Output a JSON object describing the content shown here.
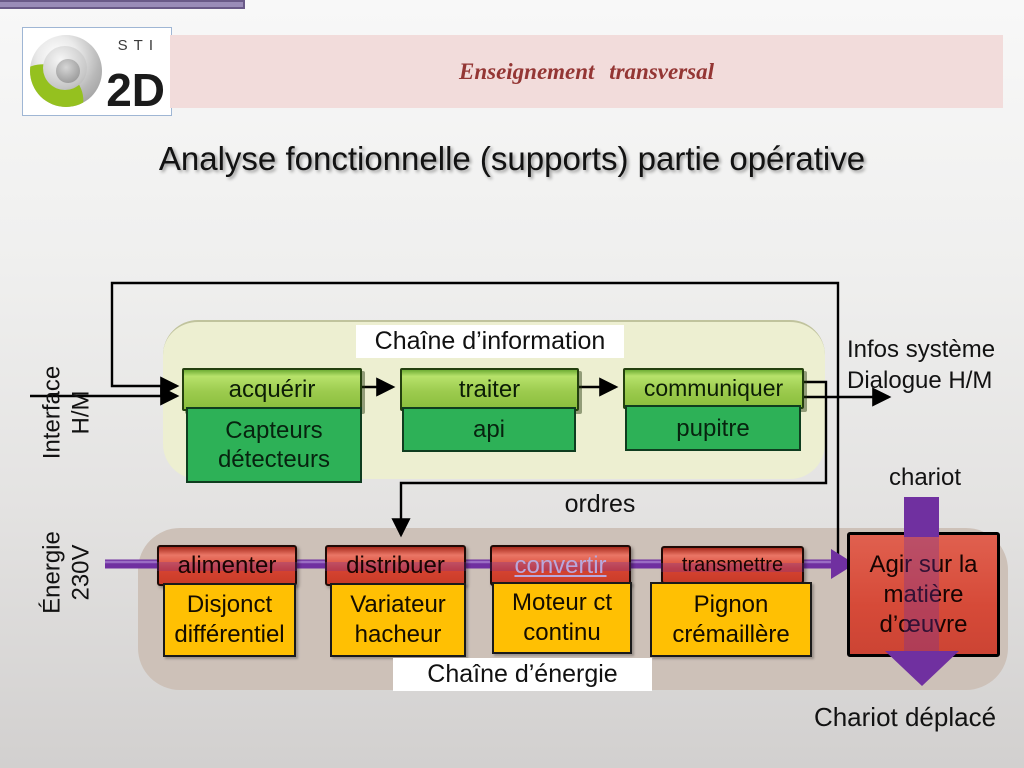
{
  "header": {
    "banner_title": "Enseignement transversal",
    "logo": {
      "sti": "STI",
      "brand": "2D"
    }
  },
  "title": "Analyse fonctionnelle (supports) partie opérative",
  "info_chain": {
    "label": "Chaîne d’information",
    "side_label_lines": [
      "Interface",
      "H/M"
    ],
    "functions": [
      {
        "verb": "acquérir",
        "support": "Capteurs détecteurs"
      },
      {
        "verb": "traiter",
        "support": "api"
      },
      {
        "verb": "communiquer",
        "support": "pupitre"
      }
    ],
    "outputs": {
      "infos_line1": "Infos système",
      "infos_line2": "Dialogue H/M"
    },
    "orders_label": "ordres"
  },
  "energy_chain": {
    "label": "Chaîne d’énergie",
    "side_label_lines": [
      "Énergie",
      "230V"
    ],
    "functions": [
      {
        "verb": "alimenter",
        "support": "Disjonct différentiel"
      },
      {
        "verb": "distribuer",
        "support": "Variateur hacheur"
      },
      {
        "verb": "convertir",
        "support": "Moteur ct continu",
        "is_link": true
      },
      {
        "verb": "transmettre",
        "support": "Pignon crémaillère"
      }
    ],
    "action_label": "Agir sur la matière d’œuvre",
    "input_label": "chariot",
    "output_label": "Chariot déplacé"
  },
  "colors": {
    "accent_purple": "#7030A0",
    "banner_pink": "#F2DCDB",
    "banner_text": "#943634",
    "green_verb": "#9CCB4E",
    "green_support": "#2DB157",
    "red_verb": "#D0402E",
    "yellow_support": "#FFC000",
    "info_container": "#EDEFD1",
    "energy_container": "#CDC1B8"
  }
}
